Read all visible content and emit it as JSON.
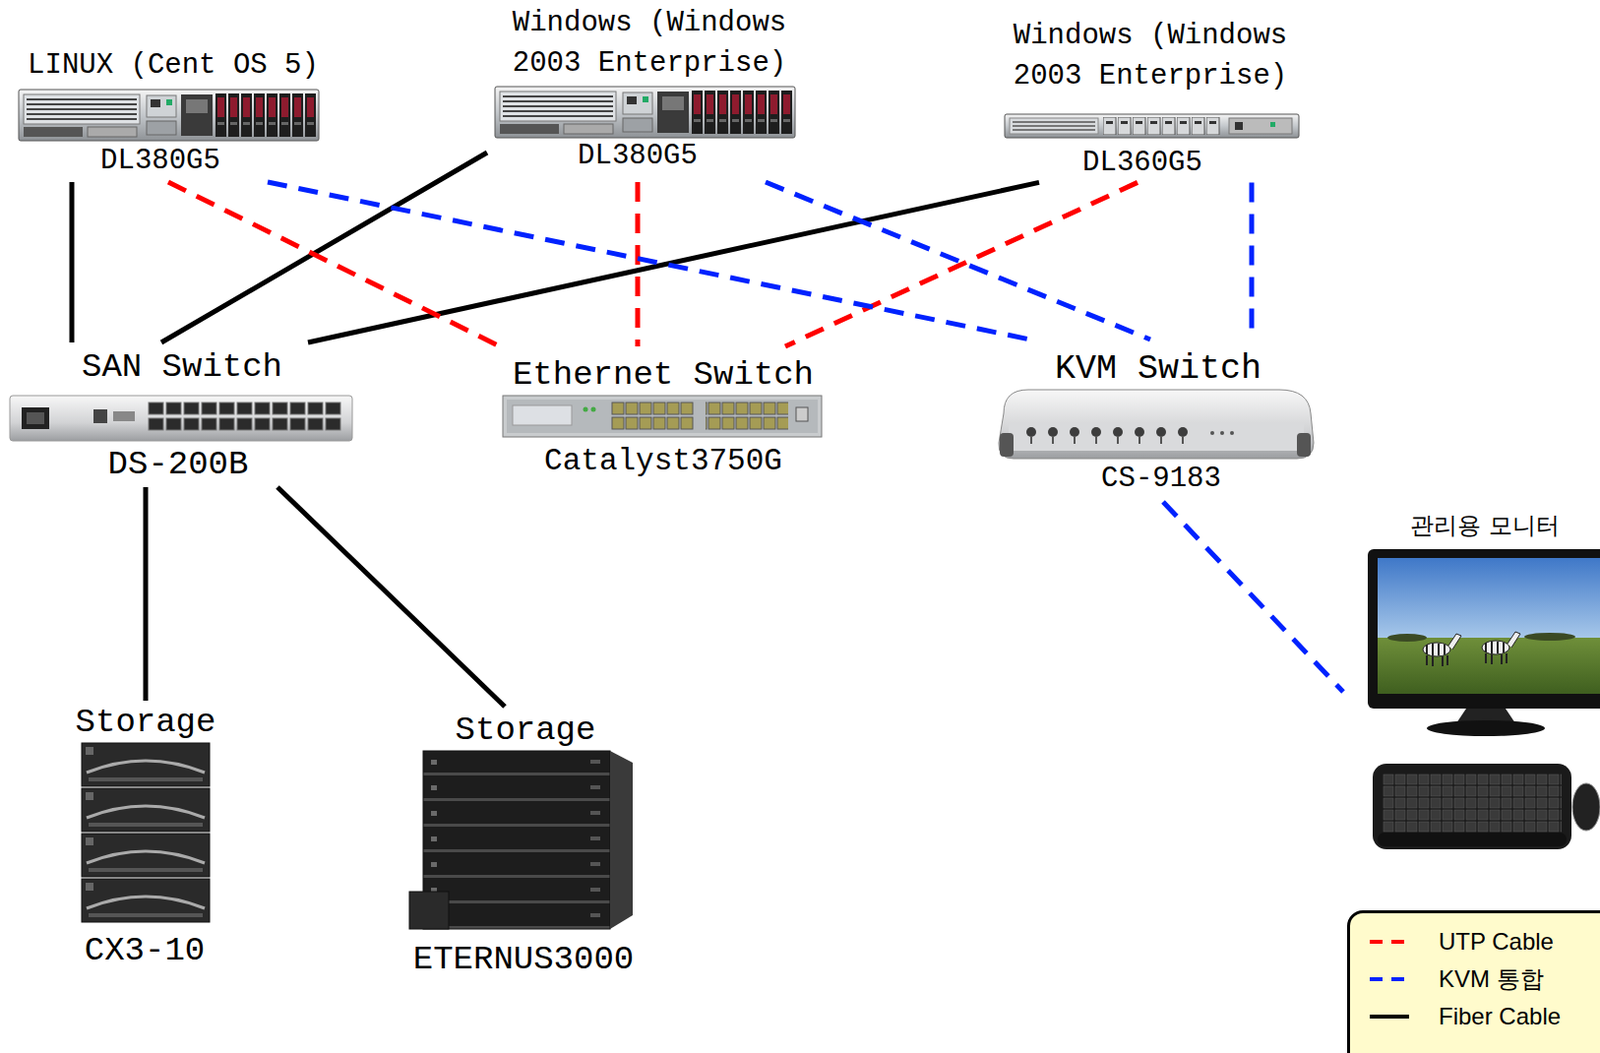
{
  "diagram": {
    "nodes": [
      {
        "text": [
          "LINUX (Cent OS 5)",
          "DL380G5"
        ]
      },
      {
        "text": [
          "Windows (Windows 2003 Enterprise)",
          "DL380G5"
        ]
      },
      {
        "text": [
          "Windows (Windows 2003 Enterprise)",
          "DL360G5"
        ]
      },
      {
        "text": [
          "SAN Switch",
          "DS-200B"
        ]
      },
      {
        "text": [
          "Ethernet Switch",
          "Catalyst3750G"
        ]
      },
      {
        "text": [
          "KVM Switch",
          "CS-9183"
        ]
      },
      {
        "text": [
          "Storage",
          "CX3-10"
        ]
      },
      {
        "text": [
          "Storage",
          "ETERNUS3000"
        ]
      },
      {
        "text": [
          "관리용 모니터"
        ]
      }
    ],
    "edges": [
      {
        "from": 0,
        "to": 3,
        "arrow": "none"
      },
      {
        "from": 1,
        "to": 3,
        "arrow": "none"
      },
      {
        "from": 2,
        "to": 3,
        "arrow": "none"
      },
      {
        "from": 0,
        "to": 4,
        "arrow": "none"
      },
      {
        "from": 1,
        "to": 4,
        "arrow": "none"
      },
      {
        "from": 2,
        "to": 4,
        "arrow": "none"
      },
      {
        "from": 0,
        "to": 5,
        "arrow": "none"
      },
      {
        "from": 1,
        "to": 5,
        "arrow": "none"
      },
      {
        "from": 2,
        "to": 5,
        "arrow": "none"
      },
      {
        "from": 5,
        "to": 8,
        "arrow": "none"
      },
      {
        "from": 3,
        "to": 6,
        "arrow": "none"
      },
      {
        "from": 3,
        "to": 7,
        "arrow": "none"
      }
    ],
    "legend": [
      {
        "text": "UTP Cable"
      },
      {
        "text": "KVM 통합"
      },
      {
        "text": "Fiber Cable"
      }
    ]
  }
}
